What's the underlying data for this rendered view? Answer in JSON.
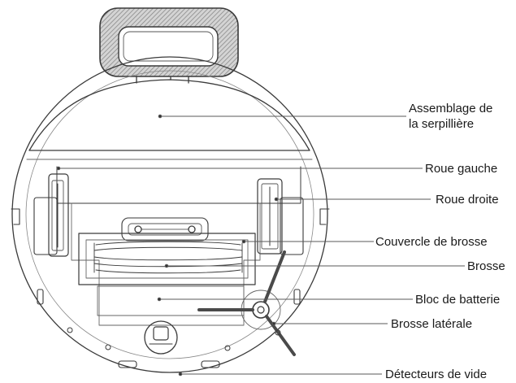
{
  "diagram": {
    "labels": {
      "mop_assembly_line1": "Assemblage de",
      "mop_assembly_line2": "la serpillière",
      "left_wheel": "Roue gauche",
      "right_wheel": "Roue droite",
      "brush_cover": "Couvercle de brosse",
      "brush": "Brosse",
      "battery_pack": "Bloc de batterie",
      "side_brush": "Brosse latérale",
      "cliff_sensors": "Détecteurs de vide"
    },
    "colors": {
      "outline": "#3a3a3a",
      "hatch": "#9a9a9a",
      "background": "#ffffff"
    }
  }
}
